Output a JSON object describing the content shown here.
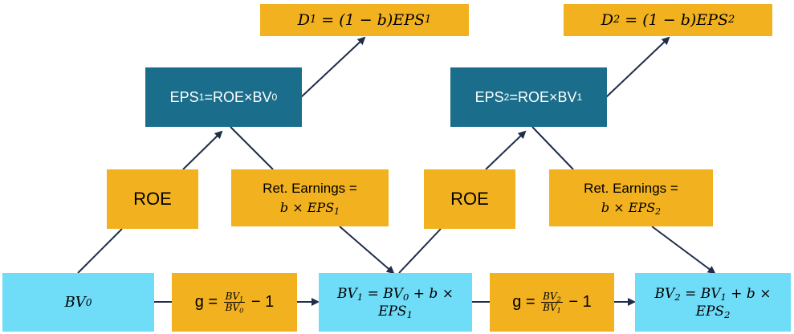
{
  "top_row": {
    "d1": {
      "lhs": "D",
      "lhs_sub": "1",
      "eq": " = ",
      "rhs": "(1 − b)EPS",
      "rhs_sub": "1"
    },
    "d2": {
      "lhs": "D",
      "lhs_sub": "2",
      "eq": " = ",
      "rhs": "(1 − b)EPS",
      "rhs_sub": "2"
    }
  },
  "eps_row": {
    "eps1": {
      "a": "EPS",
      "a_sub": "1",
      "b": "=ROE×BV",
      "b_sub": "0"
    },
    "eps2": {
      "a": "EPS",
      "a_sub": "2",
      "b": "=ROE×BV",
      "b_sub": "1"
    }
  },
  "middle_row": {
    "roe1": "ROE",
    "ret1": {
      "line1": "Ret. Earnings =",
      "line2": "b × EPS",
      "line2_sub": "1"
    },
    "roe2": "ROE",
    "ret2": {
      "line1": "Ret. Earnings =",
      "line2": "b × EPS",
      "line2_sub": "2"
    }
  },
  "bottom_row": {
    "bv0": {
      "text": "BV",
      "sub": "0"
    },
    "g1": {
      "g": "g = ",
      "num": "BV",
      "num_sub": "1",
      "den": "BV",
      "den_sub": "0",
      "tail": " − 1"
    },
    "bv1": {
      "line1a": "BV",
      "line1a_sub": "1",
      "line1b": " = BV",
      "line1b_sub": "0",
      "line1c": " + b ×",
      "line2": "EPS",
      "line2_sub": "1"
    },
    "g2": {
      "g": "g = ",
      "num": "BV",
      "num_sub": "2",
      "den": "BV",
      "den_sub": "1",
      "tail": " − 1"
    },
    "bv2": {
      "line1a": "BV",
      "line1a_sub": "2",
      "line1b": " = BV",
      "line1b_sub": "1",
      "line1c": " + b ×",
      "line2": "EPS",
      "line2_sub": "2"
    }
  },
  "colors": {
    "orange": "#f2b11f",
    "navy": "#1a6e8c",
    "light_blue": "#6fdcf8",
    "arrow": "#1f2d4a"
  }
}
